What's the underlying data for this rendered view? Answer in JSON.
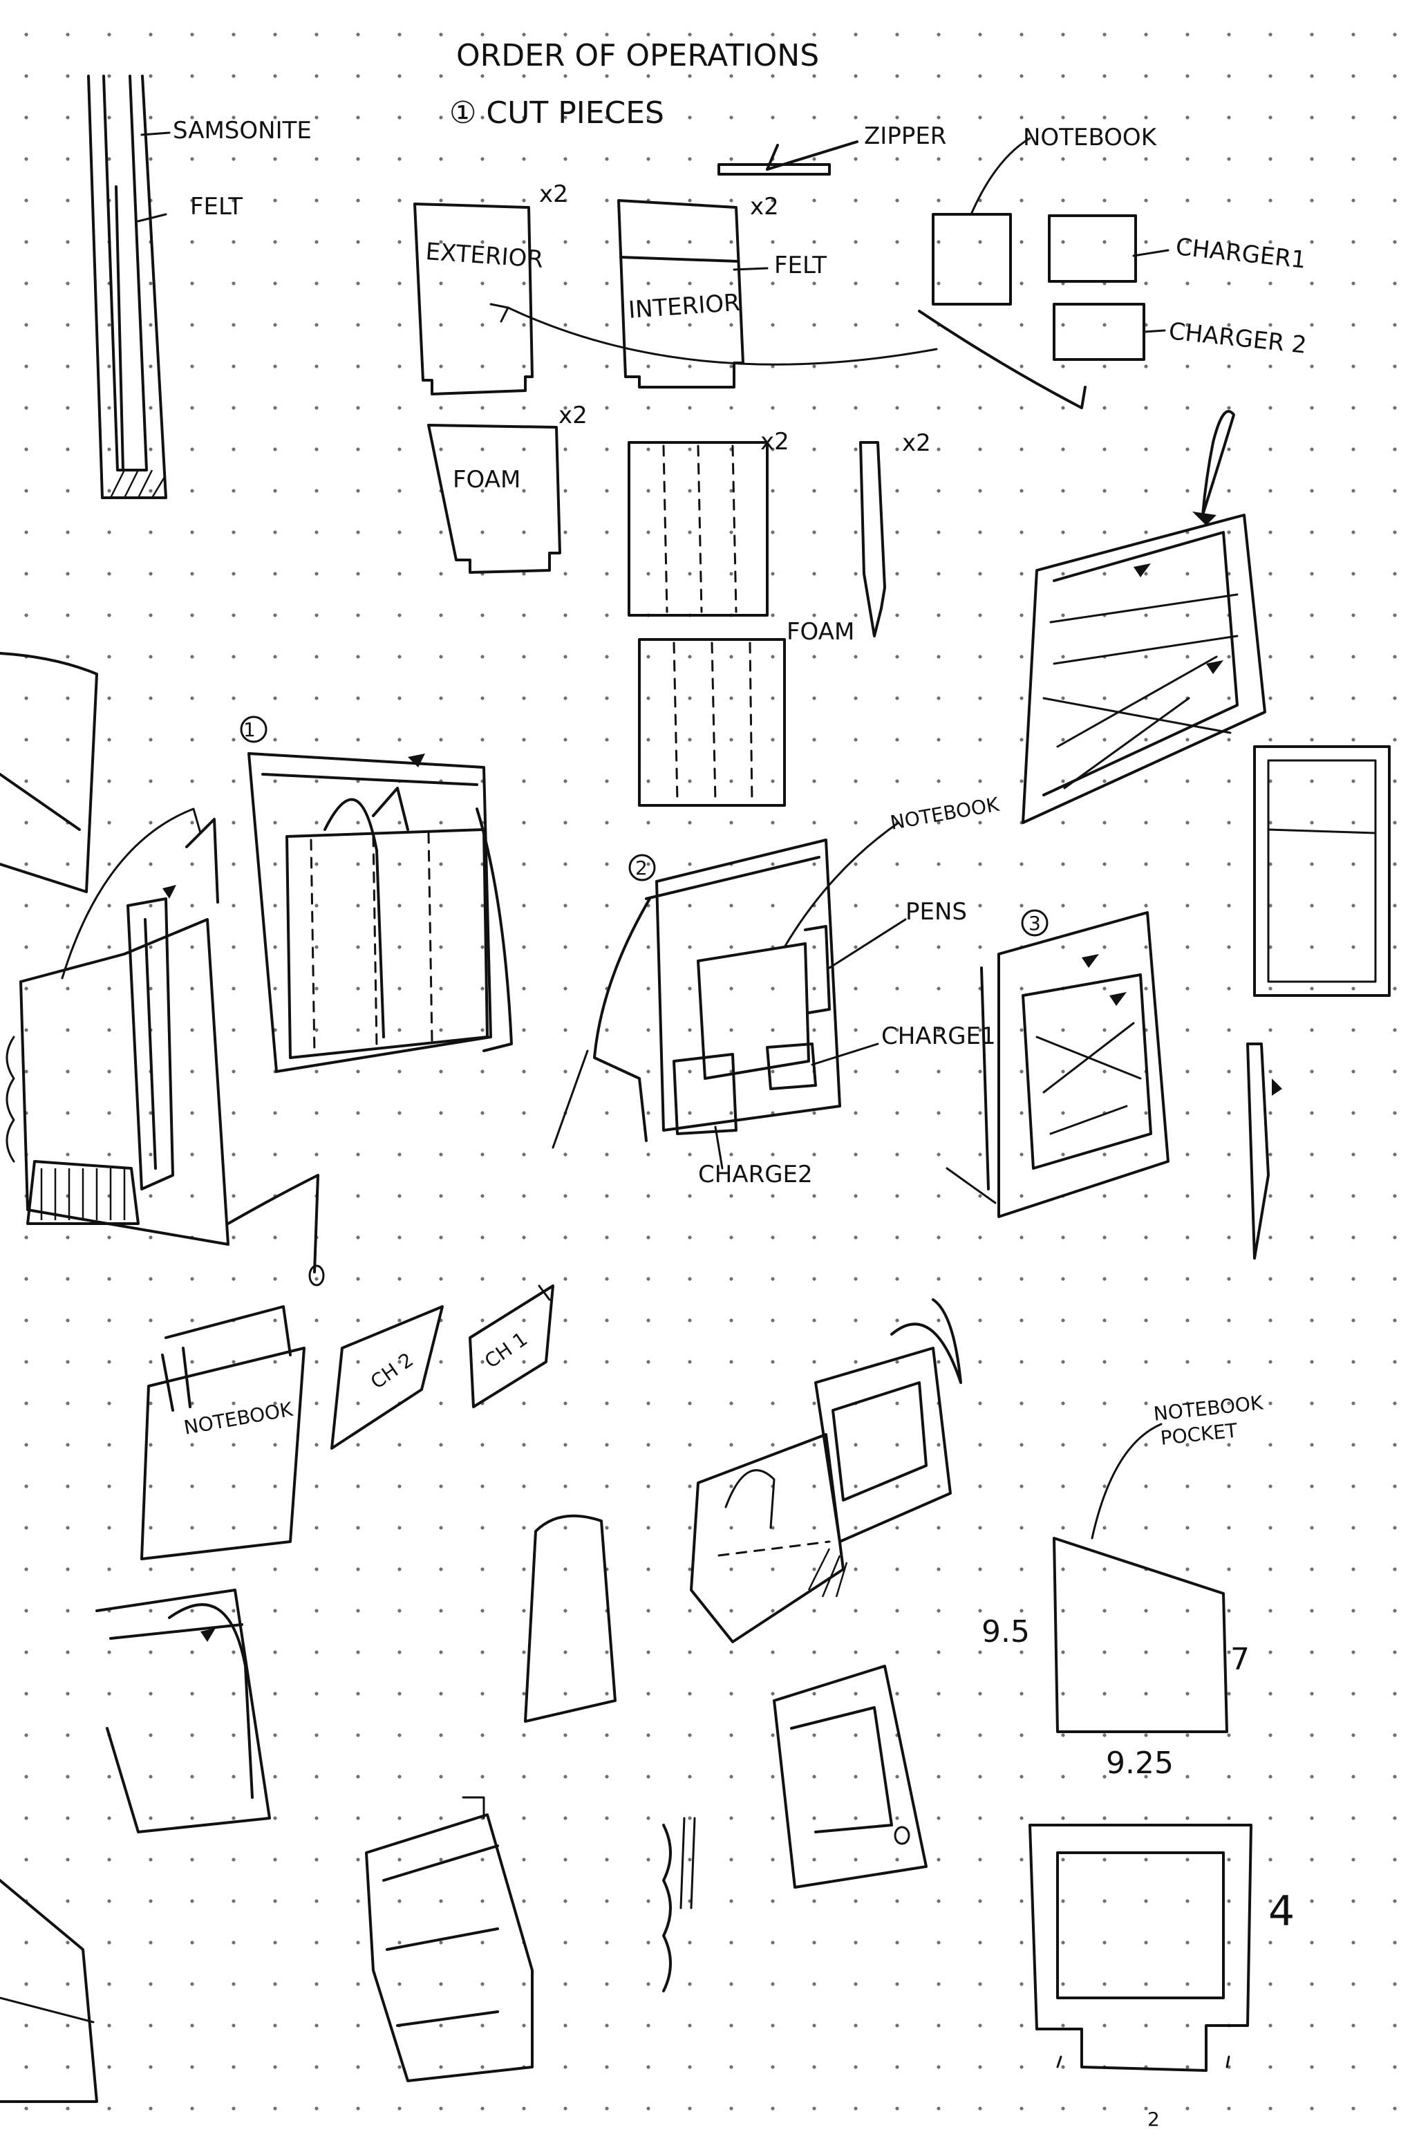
{
  "sheet": {
    "title": "ORDER OF OPERATIONS",
    "step1": "① CUT PIECES"
  },
  "labels": {
    "samsonite": "SAMSONITE",
    "felt_side": "FELT",
    "zipper": "ZIPPER",
    "notebook_top": "NOTEBOOK",
    "exterior": "EXTERIOR",
    "interior": "INTERIOR",
    "felt_inner": "FELT",
    "charger1": "CHARGER1",
    "charger2": "CHARGER 2",
    "foam_panel": "FOAM",
    "foam_strips": "FOAM",
    "qty_exterior": "x2",
    "qty_interior": "x2",
    "qty_foam": "x2",
    "qty_strips": "x2",
    "qty_side": "x2",
    "notebook_mid": "NOTEBOOK",
    "pens": "PENS",
    "charger1_mid": "CHARGE1",
    "charger2_mid": "CHARGE2",
    "notebook_pocket": "NOTEBOOK",
    "ch2": "CH 2",
    "ch1": "CH 1",
    "notebook_pocket_note_1": "NOTEBOOK",
    "notebook_pocket_note_2": "POCKET"
  },
  "steps": {
    "one": "1",
    "two": "2",
    "three": "3",
    "four": "4"
  },
  "dimensions": {
    "left_height": "9.5",
    "right_height": "7",
    "width": "9.25"
  },
  "page_number": "2",
  "colors": {
    "ink": "#111111",
    "paper": "#ffffff",
    "dot_grid": "#6f6f6f"
  }
}
